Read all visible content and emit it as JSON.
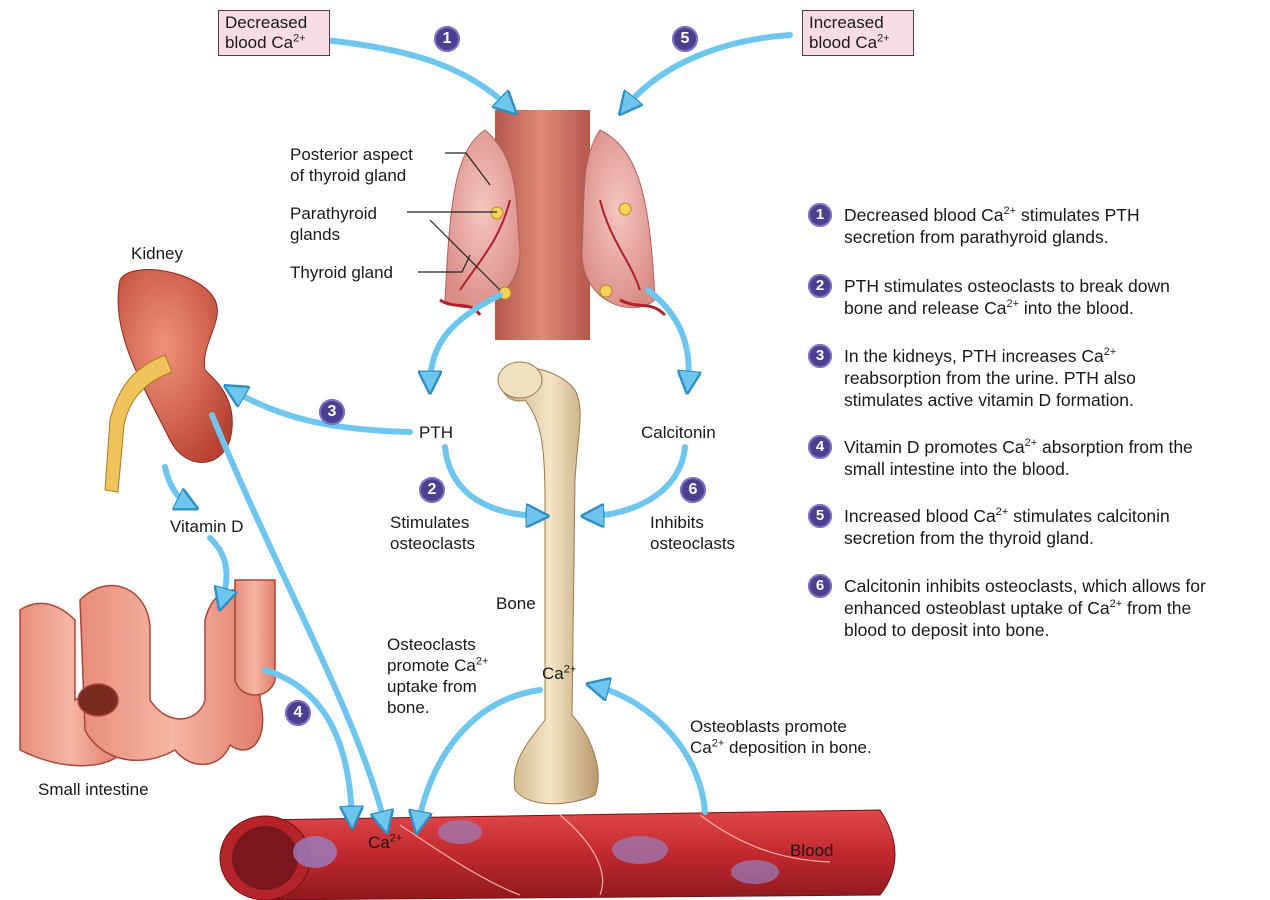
{
  "boxes": {
    "decreased": {
      "line1": "Decreased",
      "line2": "blood Ca",
      "sup": "2+"
    },
    "increased": {
      "line1": "Increased",
      "line2": "blood Ca",
      "sup": "2+"
    }
  },
  "labels": {
    "posterior_1": "Posterior aspect",
    "posterior_2": "of thyroid gland",
    "parathyroid_1": "Parathyroid",
    "parathyroid_2": "glands",
    "thyroid": "Thyroid gland",
    "kidney": "Kidney",
    "pth": "PTH",
    "calcitonin": "Calcitonin",
    "vitamin_d": "Vitamin D",
    "stimulates_1": "Stimulates",
    "stimulates_2": "osteoclasts",
    "inhibits_1": "Inhibits",
    "inhibits_2": "osteoclasts",
    "bone": "Bone",
    "small_intestine": "Small intestine",
    "osteoclasts_1": "Osteoclasts",
    "osteoclasts_2": "promote Ca",
    "osteoclasts_2_sup": "2+",
    "osteoclasts_3": "uptake from",
    "osteoclasts_4": "bone.",
    "osteoblasts_1": "Osteoblasts promote",
    "osteoblasts_2a": "Ca",
    "osteoblasts_2_sup": "2+",
    "osteoblasts_2b": " deposition in bone.",
    "ca_bone": "Ca",
    "ca_bone_sup": "2+",
    "ca_blood": "Ca",
    "ca_blood_sup": "2+",
    "blood": "Blood"
  },
  "diagram_numbers": [
    "1",
    "2",
    "3",
    "4",
    "5",
    "6"
  ],
  "steps": [
    {
      "num": "1",
      "l1a": "Decreased blood Ca",
      "l1sup": "2+",
      "l1b": " stimulates PTH",
      "l2": "secretion from parathyroid glands.",
      "l3": ""
    },
    {
      "num": "2",
      "l1a": "PTH stimulates osteoclasts to break down",
      "l1sup": "",
      "l1b": "",
      "l2a": "bone and release Ca",
      "l2sup": "2+",
      "l2b": " into the blood."
    },
    {
      "num": "3",
      "l1a": "In the kidneys, PTH increases Ca",
      "l1sup": "2+",
      "l1b": "",
      "l2": "reabsorption from the urine. PTH also",
      "l3": "stimulates active vitamin D formation."
    },
    {
      "num": "4",
      "l1a": "Vitamin D promotes Ca",
      "l1sup": "2+",
      "l1b": " absorption from the",
      "l2": "small intestine into the blood."
    },
    {
      "num": "5",
      "l1a": "Increased blood Ca",
      "l1sup": "2+",
      "l1b": " stimulates calcitonin",
      "l2": "secretion from the thyroid gland."
    },
    {
      "num": "6",
      "l1a": "Calcitonin inhibits osteoclasts, which allows for",
      "l1sup": "",
      "l1b": "",
      "l2a": "enhanced osteoblast uptake of Ca",
      "l2sup": "2+",
      "l2b": " from the",
      "l3": "blood to deposit into bone."
    }
  ],
  "colors": {
    "arrow": "#6ec6ef",
    "arrow_edge": "#2f8fc4",
    "badge": "#4b3f8f",
    "box_fill": "#f7dce6",
    "tissue": "#d97a6c",
    "bone": "#e3cfa6",
    "blood_vessel": "#c0282d"
  }
}
